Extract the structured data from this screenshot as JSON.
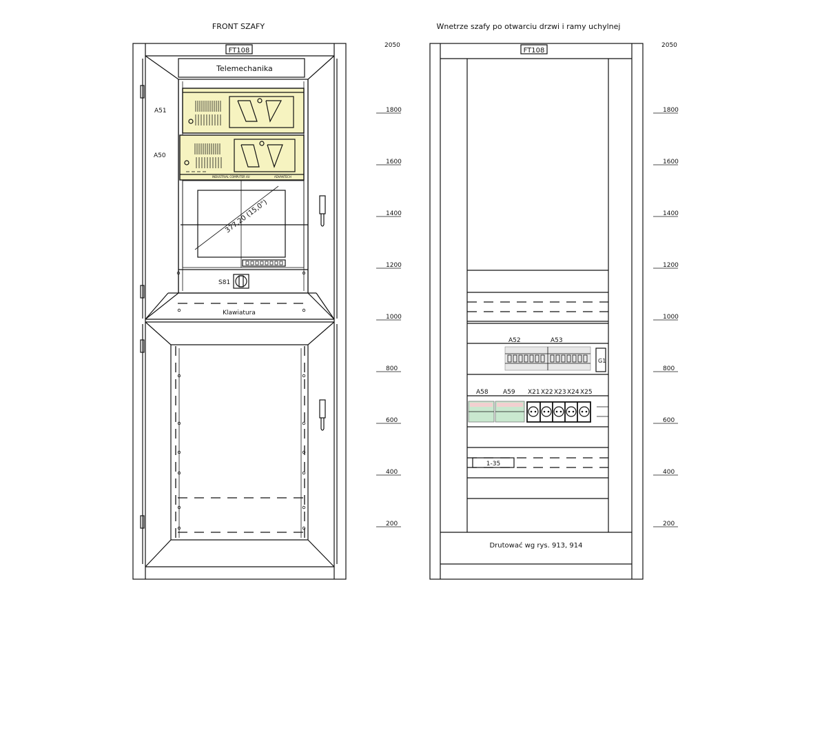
{
  "front_view": {
    "title": "FRONT SZAFY",
    "tag": "FT108",
    "header_label": "Telemechanika",
    "unit_a51": "A51",
    "unit_a50": "A50",
    "screen_dimension": "377,20 (15,0\")",
    "switch_label": "S81",
    "keyboard_label": "Klawiatura",
    "pc_caption_left": "INDUSTRIAL COMPUTER 4U",
    "pc_caption_right": "ADVANTECH"
  },
  "interior_view": {
    "title": "Wnetrze szafy po otwarciu drzwi i ramy uchylnej",
    "tag": "FT108",
    "labels_top": [
      "A52",
      "A53"
    ],
    "g1_label": "G1",
    "labels_row": [
      "A58",
      "A59",
      "X21",
      "X22",
      "X23",
      "X24",
      "X25"
    ],
    "busbar_label": "1-35",
    "wiring_note": "Drutować wg rys. 913, 914"
  },
  "scale_left": [
    "2050",
    "1800",
    "1600",
    "1400",
    "1200",
    "1000",
    "800",
    "600",
    "400",
    "200"
  ],
  "scale_right": [
    "2050",
    "1800",
    "1600",
    "1400",
    "1200",
    "1000",
    "800",
    "600",
    "400",
    "200"
  ],
  "colors": {
    "equipment": "#f6f3c0",
    "terminal_modules": "#c9e8cf",
    "line": "#111111"
  }
}
